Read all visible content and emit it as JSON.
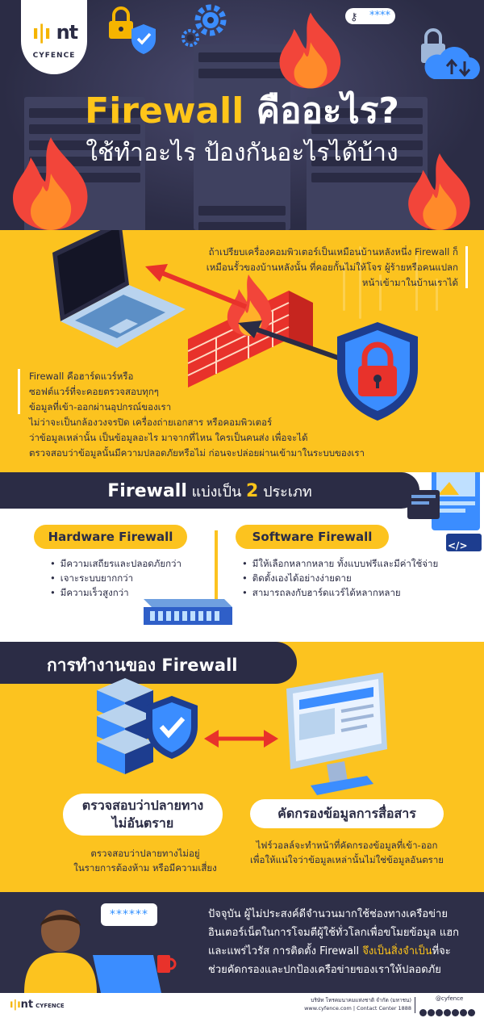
{
  "brand": {
    "logo_text": "nt",
    "logo_sub": "CYFENCE",
    "password_mask": "****"
  },
  "hero": {
    "title_en": "Firewall",
    "title_th": " คืออะไร?",
    "subtitle": "ใช้ทำอะไร ป้องกันอะไรได้บ้าง"
  },
  "intro": {
    "analogy": "ถ้าเปรียบเครื่องคอมพิวเตอร์เป็นเหมือนบ้านหลังหนึ่ง Firewall ก็เหมือนรั้วของบ้านหลังนั้น ที่คอยกั้นไม่ให้โจร ผู้ร้ายหรือคนแปลกหน้าเข้ามาในบ้านเราได้",
    "def_lines": [
      "Firewall คือฮาร์ดแวร์หรือ",
      "ซอฟต์แวร์ที่จะคอยตรวจสอบทุกๆ",
      "ข้อมูลที่เข้า-ออกผ่านอุปกรณ์ของเรา"
    ],
    "wide_lines": [
      "ไม่ว่าจะเป็นกล้องวงจรปิด เครื่องถ่ายเอกสาร หรือคอมพิวเตอร์",
      "ว่าข้อมูลเหล่านั้น เป็นข้อมูลอะไร มาจากที่ไหน ใครเป็นคนส่ง เพื่อจะได้",
      "ตรวจสอบว่าข้อมูลนั้นมีความปลอดภัยหรือไม่ ก่อนจะปล่อยผ่านเข้ามาในระบบของเรา"
    ]
  },
  "types": {
    "title_en": "Firewall",
    "title_mid": " แบ่งเป็น ",
    "title_num": "2",
    "title_end": " ประเภท",
    "hardware": {
      "label": "Hardware Firewall",
      "points": [
        "มีความเสถียรและปลอดภัยกว่า",
        "เจาะระบบยากกว่า",
        "มีความเร็วสูงกว่า"
      ]
    },
    "software": {
      "label": "Software Firewall",
      "points": [
        "มีให้เลือกหลากหลาย ทั้งแบบฟรีและมีค่าใช้จ่าย",
        "ติดตั้งเองได้อย่างง่ายดาย",
        "สามารถลงกับฮาร์ดแวร์ได้หลากหลาย"
      ]
    },
    "code_tag": "</>"
  },
  "how": {
    "title": "การทำงานของ Firewall",
    "left": {
      "caption_lines": [
        "ตรวจสอบว่าปลายทาง",
        "ไม่อันตราย"
      ],
      "desc_lines": [
        "ตรวจสอบว่าปลายทางไม่อยู่",
        "ในรายการต้องห้าม หรือมีความเสี่ยง"
      ]
    },
    "right": {
      "caption": "คัดกรองข้อมูลการสื่อสาร",
      "desc_lines": [
        "ไฟร์วอลล์จะทำหน้าที่คัดกรองข้อมูลที่เข้า-ออก",
        "เพื่อให้แน่ใจว่าข้อมูลเหล่านั้นไม่ใช่ข้อมูลอันตราย"
      ]
    }
  },
  "closing": {
    "bubble": "******",
    "line1": "ปัจจุบัน ผู้ไม่ประสงค์ดีจำนวนมากใช้ช่องทางเครือข่าย",
    "line2": "อินเตอร์เน็ตในการโจมตีผู้ใช้ทั่วโลกเพื่อขโมยข้อมูล แฮก",
    "line3_a": "และแพร่ไวรัส การติดตั้ง Firewall ",
    "line3_hl": "จึงเป็นสิ่งจำเป็น",
    "line3_b": "ที่จะ",
    "line4": "ช่วยคัดกรองและปกป้องเครือข่ายของเราให้ปลอดภัย"
  },
  "footer": {
    "logo": "nt",
    "logo_sub": "CYFENCE",
    "company": "บริษัท โทรคมนาคมแห่งชาติ จำกัด (มหาชน)",
    "contact": "www.cyfence.com | Contact Center 1888",
    "handle": "@cyfence"
  },
  "colors": {
    "navy": "#2b2c45",
    "yellow": "#fcc31f",
    "accent_blue": "#2f8fff",
    "red": "#e8322b"
  }
}
